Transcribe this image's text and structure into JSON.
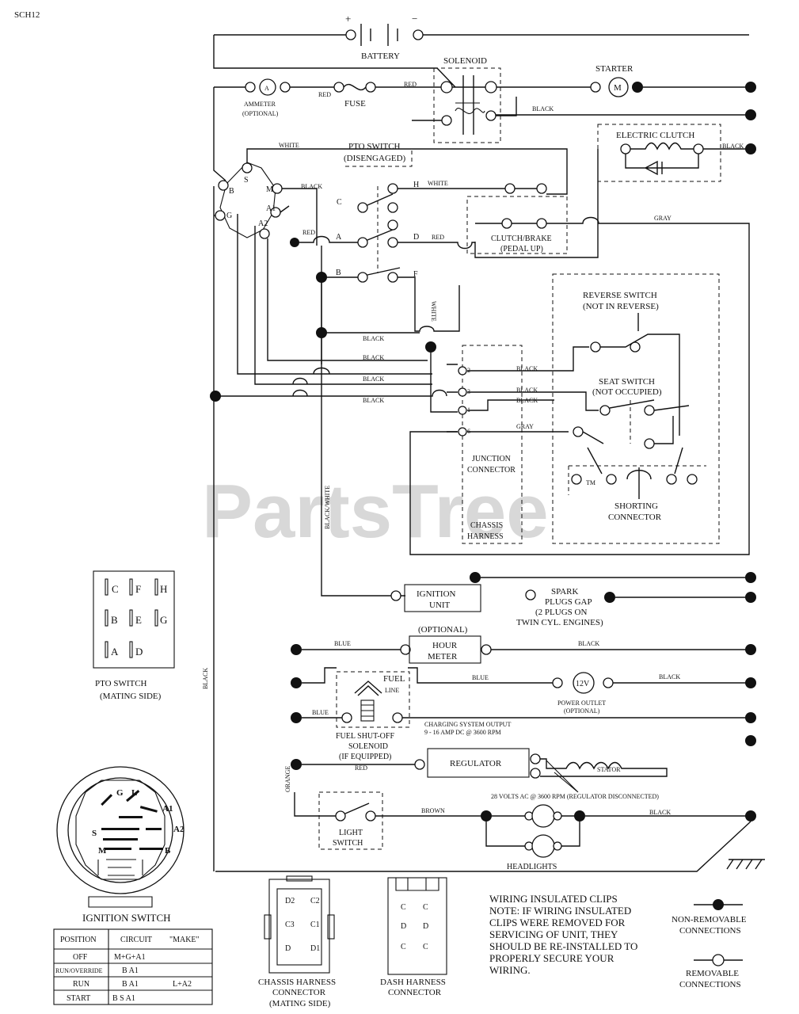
{
  "page_code": "SCH12",
  "watermark": "PartsTree",
  "components": {
    "battery": "BATTERY",
    "battery_plus": "+",
    "battery_minus": "−",
    "solenoid": "SOLENOID",
    "starter": "STARTER",
    "starter_symbol": "M",
    "ammeter_1": "AMMETER",
    "ammeter_2": "(OPTIONAL)",
    "ammeter_symbol": "A",
    "fuse": "FUSE",
    "electric_clutch": "ELECTRIC CLUTCH",
    "pto_switch_1": "PTO SWITCH",
    "pto_switch_2": "(DISENGAGED)",
    "clutch_brake_1": "CLUTCH/BRAKE",
    "clutch_brake_2": "(PEDAL UP)",
    "reverse_switch_1": "REVERSE SWITCH",
    "reverse_switch_2": "(NOT IN REVERSE)",
    "seat_switch_1": "SEAT SWITCH",
    "seat_switch_2": "(NOT OCCUPIED)",
    "junction_1": "JUNCTION",
    "junction_2": "CONNECTOR",
    "chassis_1": "CHASSIS",
    "chassis_2": "HARNESS",
    "shorting_1": "SHORTING",
    "shorting_2": "CONNECTOR",
    "ignition_unit_1": "IGNITION",
    "ignition_unit_2": "UNIT",
    "spark_1": "SPARK",
    "spark_2": "PLUGS GAP",
    "spark_3": "(2 PLUGS ON",
    "spark_4": "TWIN CYL. ENGINES)",
    "hour_meter_opt": "(OPTIONAL)",
    "hour_meter_1": "HOUR",
    "hour_meter_2": "METER",
    "fuel_1": "FUEL",
    "fuel_2": "LINE",
    "power_outlet_symbol": "12V",
    "power_outlet_1": "POWER OUTLET",
    "power_outlet_2": "(OPTIONAL)",
    "fuel_shutoff_1": "FUEL SHUT-OFF",
    "fuel_shutoff_2": "SOLENOID",
    "fuel_shutoff_3": "(IF EQUIPPED)",
    "charging_1": "CHARGING SYSTEM OUTPUT",
    "charging_2": "9 - 16 AMP DC @ 3600 RPM",
    "regulator": "REGULATOR",
    "stator": "STATOR",
    "ac_note": "28 VOLTS AC @ 3600 RPM (REGULATOR DISCONNECTED)",
    "light_switch_1": "LIGHT",
    "light_switch_2": "SWITCH",
    "headlights": "HEADLIGHTS"
  },
  "ign_terminals": [
    "S",
    "B",
    "M",
    "A1",
    "G",
    "A2"
  ],
  "pto_contacts": [
    "C",
    "A",
    "B",
    "H",
    "D",
    "F"
  ],
  "junction_pins": [
    "2",
    "3",
    "1",
    "6"
  ],
  "wires": {
    "red": "RED",
    "black": "BLACK",
    "white": "WHITE",
    "gray": "GRAY",
    "blue": "BLUE",
    "brown": "BROWN",
    "orange": "ORANGE",
    "black_white": "BLACK/WHITE"
  },
  "pto_connector": {
    "rows": [
      [
        "C",
        "F",
        "H"
      ],
      [
        "B",
        "E",
        "G"
      ],
      [
        "A",
        "D",
        ""
      ]
    ],
    "title_1": "PTO SWITCH",
    "title_2": "(MATING SIDE)"
  },
  "ignition_switch": {
    "title": "IGNITION SWITCH",
    "face": [
      "G",
      "L",
      "A1",
      "A2",
      "S",
      "M",
      "B"
    ],
    "table_headers": [
      "POSITION",
      "CIRCUIT",
      "\"MAKE\""
    ],
    "table_rows": [
      [
        "OFF",
        "M+G+A1",
        ""
      ],
      [
        "RUN/OVERRIDE",
        "B  A1",
        ""
      ],
      [
        "RUN",
        "B  A1",
        "L+A2"
      ],
      [
        "START",
        "B   S   A1",
        ""
      ]
    ]
  },
  "chassis_connector": {
    "pins": [
      "D2",
      "C2",
      "C3",
      "C1",
      "D",
      "D1"
    ],
    "title_1": "CHASSIS HARNESS",
    "title_2": "CONNECTOR",
    "title_3": "(MATING SIDE)"
  },
  "dash_connector": {
    "pins": [
      "C",
      "C",
      "D",
      "D",
      "C",
      "C"
    ],
    "title_1": "DASH HARNESS",
    "title_2": "CONNECTOR"
  },
  "notes": {
    "lines": [
      "WIRING INSULATED CLIPS",
      "NOTE: IF WIRING INSULATED",
      "CLIPS WERE REMOVED FOR",
      "SERVICING OF UNIT, THEY",
      "SHOULD BE RE-INSTALLED TO",
      "PROPERLY SECURE YOUR",
      "WIRING."
    ]
  },
  "legend": {
    "nonremovable_1": "NON-REMOVABLE",
    "nonremovable_2": "CONNECTIONS",
    "removable_1": "REMOVABLE",
    "removable_2": "CONNECTIONS"
  }
}
